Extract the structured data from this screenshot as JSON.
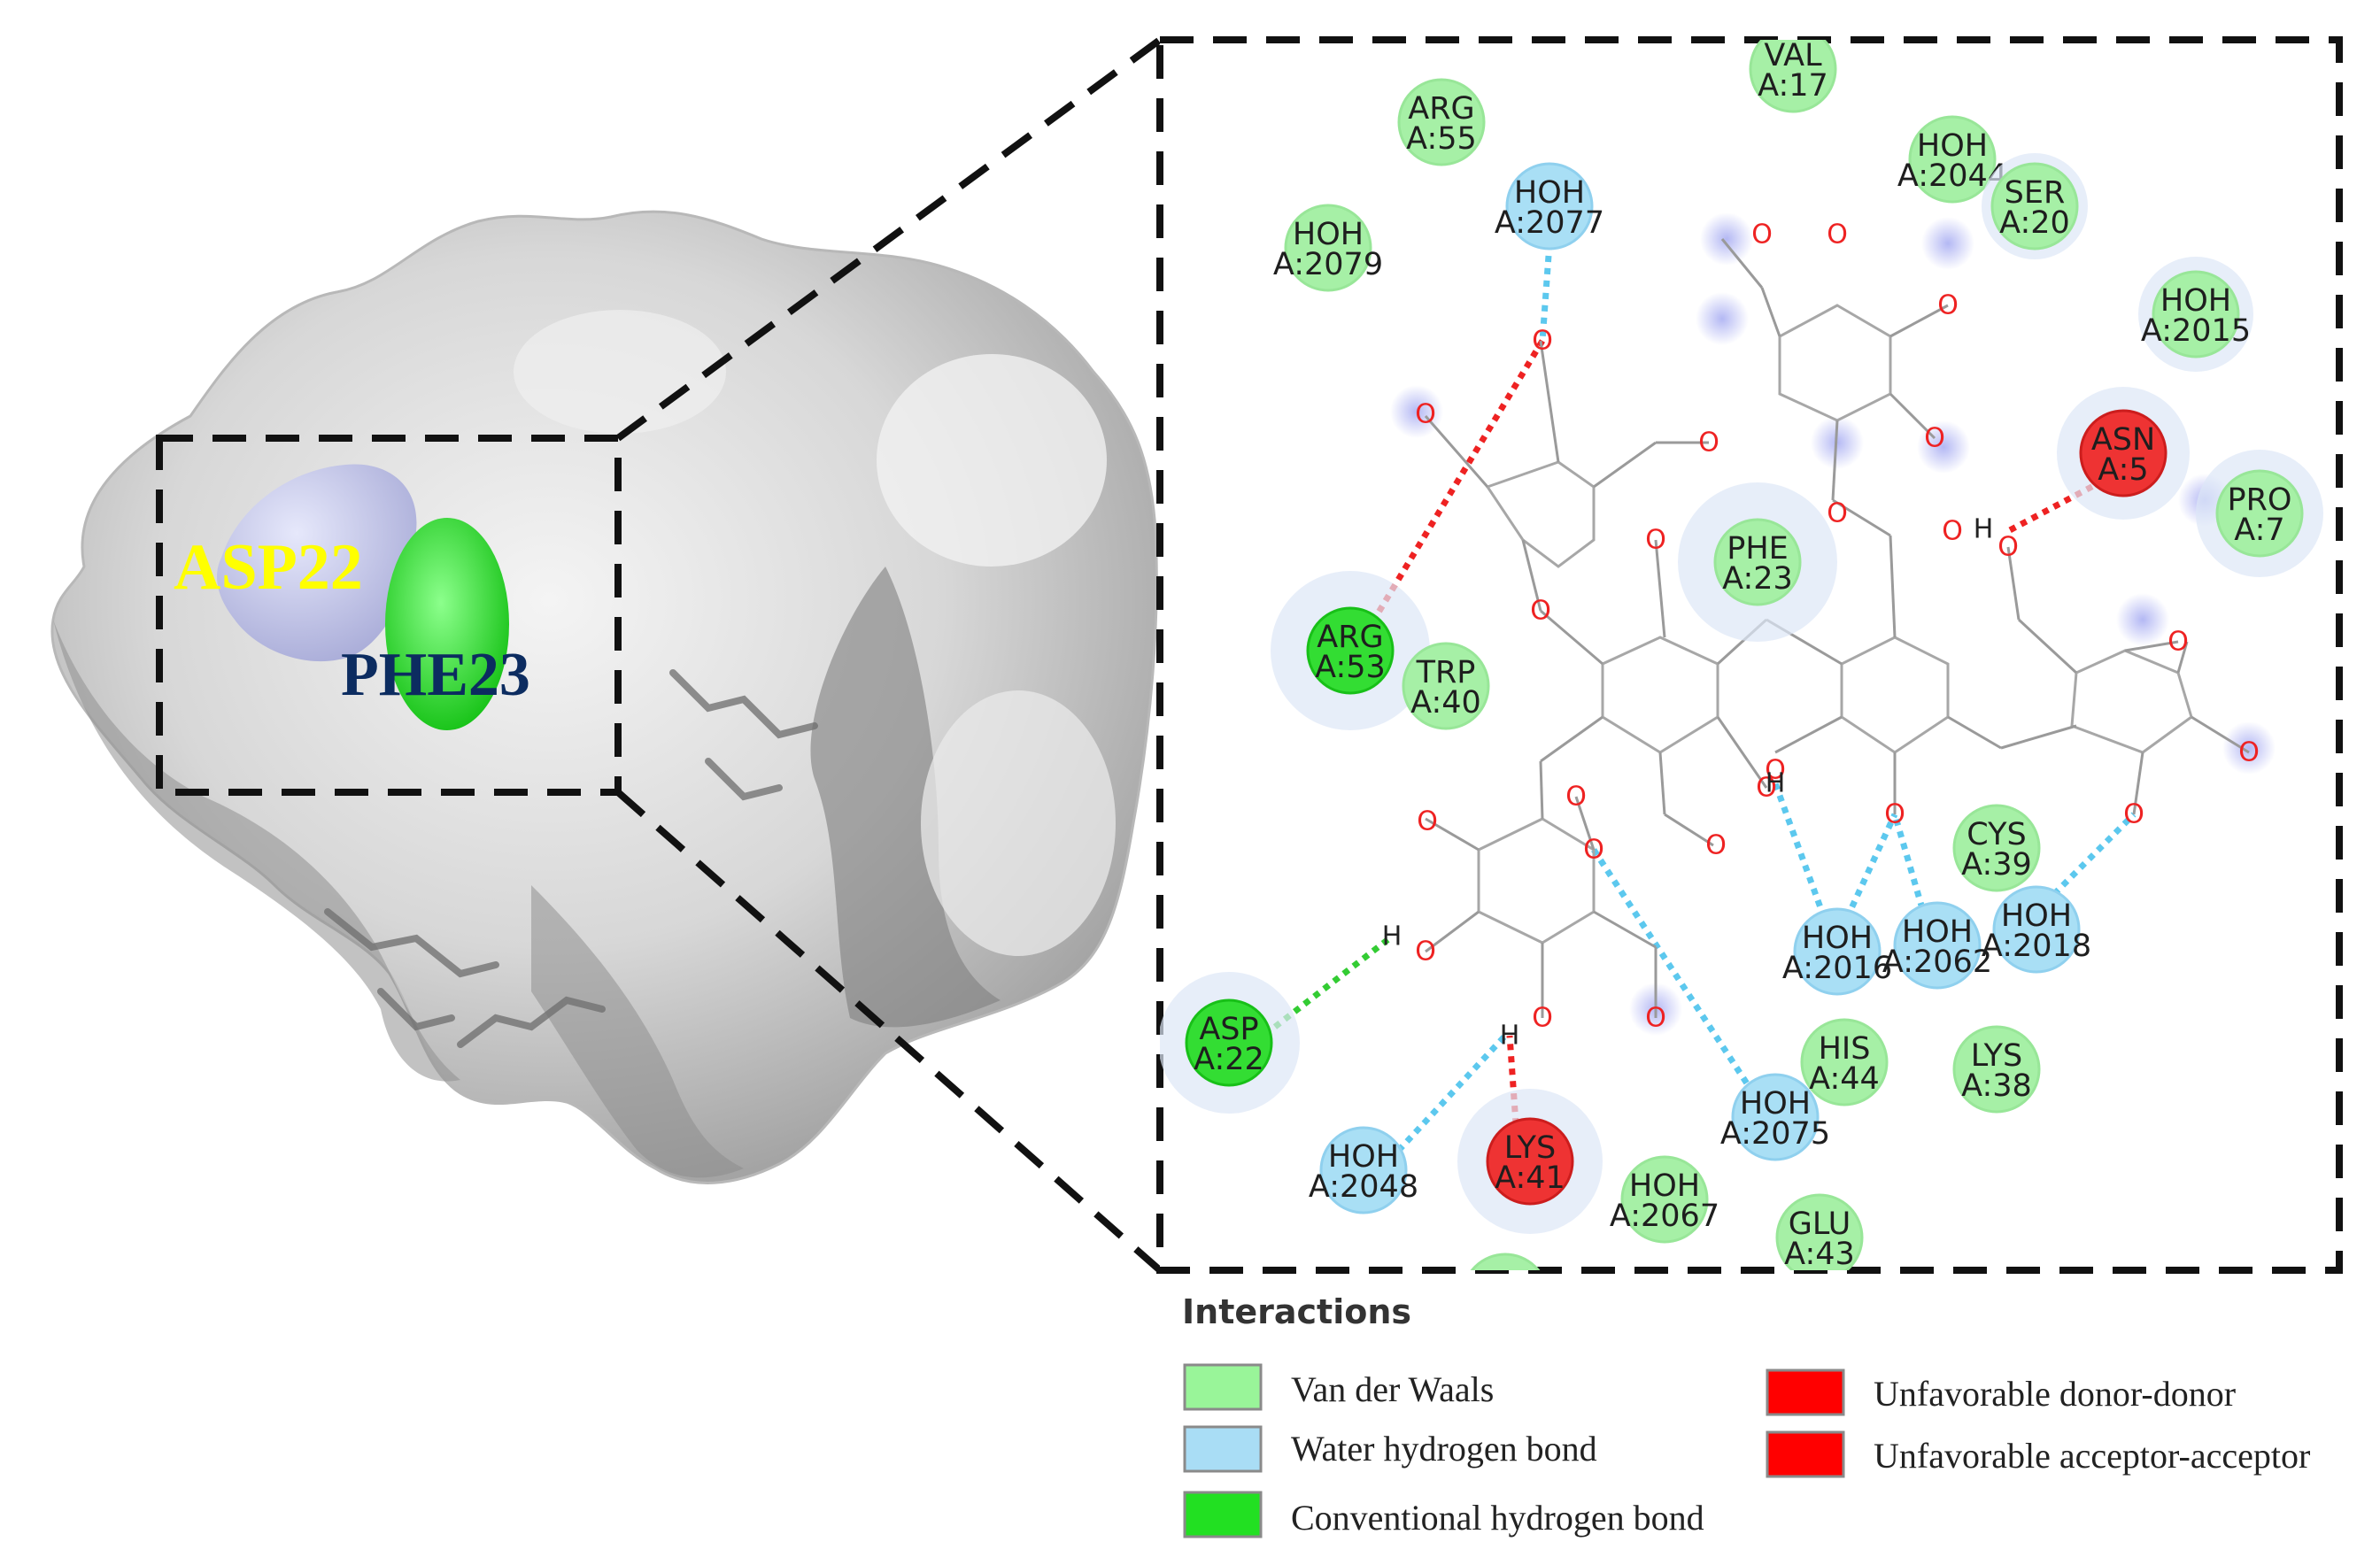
{
  "figure": {
    "callouts": [
      {
        "id": "asp22",
        "label": "ASP22",
        "color": "#ffff00"
      },
      {
        "id": "phe23",
        "label": "PHE23",
        "color": "#0c2c60"
      }
    ],
    "interaction_types": {
      "vdw": {
        "label": "Van der Waals",
        "color": "#a6f0a6",
        "legend_color": "#99f599"
      },
      "water": {
        "label": "Water hydrogen bond",
        "color": "#a9dff5",
        "legend_color": "#a9ddf5"
      },
      "conv": {
        "label": "Conventional hydrogen bond",
        "color": "#33dd33",
        "legend_color": "#22e022"
      },
      "donor": {
        "label": "Unfavorable donor-donor",
        "color": "#ee3333",
        "legend_color": "#ff0000"
      },
      "acceptor": {
        "label": "Unfavorable acceptor-acceptor",
        "color": "#ee3333",
        "legend_color": "#ff0000"
      }
    },
    "legend": {
      "title": "Interactions",
      "left_column": [
        "vdw",
        "water",
        "conv"
      ],
      "right_column": [
        "donor",
        "acceptor"
      ]
    },
    "residues": [
      {
        "name": "VAL",
        "chain": "A:17",
        "type": "vdw"
      },
      {
        "name": "ARG",
        "chain": "A:55",
        "type": "vdw"
      },
      {
        "name": "HOH",
        "chain": "A:2044",
        "type": "vdw"
      },
      {
        "name": "SER",
        "chain": "A:20",
        "type": "vdw"
      },
      {
        "name": "HOH",
        "chain": "A:2077",
        "type": "water"
      },
      {
        "name": "HOH",
        "chain": "A:2079",
        "type": "vdw"
      },
      {
        "name": "HOH",
        "chain": "A:2015",
        "type": "vdw"
      },
      {
        "name": "ASN",
        "chain": "A:5",
        "type": "donor"
      },
      {
        "name": "PRO",
        "chain": "A:7",
        "type": "vdw"
      },
      {
        "name": "PHE",
        "chain": "A:23",
        "type": "vdw"
      },
      {
        "name": "ARG",
        "chain": "A:53",
        "type": "conv"
      },
      {
        "name": "TRP",
        "chain": "A:40",
        "type": "vdw"
      },
      {
        "name": "CYS",
        "chain": "A:39",
        "type": "vdw"
      },
      {
        "name": "HOH",
        "chain": "A:2016",
        "type": "water"
      },
      {
        "name": "HOH",
        "chain": "A:2062",
        "type": "water"
      },
      {
        "name": "HOH",
        "chain": "A:2018",
        "type": "water"
      },
      {
        "name": "ASP",
        "chain": "A:22",
        "type": "conv"
      },
      {
        "name": "HIS",
        "chain": "A:44",
        "type": "vdw"
      },
      {
        "name": "LYS",
        "chain": "A:38",
        "type": "vdw"
      },
      {
        "name": "HOH",
        "chain": "A:2075",
        "type": "water"
      },
      {
        "name": "HOH",
        "chain": "A:2048",
        "type": "water"
      },
      {
        "name": "LYS",
        "chain": "A:41",
        "type": "donor"
      },
      {
        "name": "HOH",
        "chain": "A:2067",
        "type": "vdw"
      },
      {
        "name": "GLU",
        "chain": "A:43",
        "type": "vdw"
      }
    ],
    "atom_labels": {
      "oxygen": "O",
      "hydrogen": "H"
    },
    "colors": {
      "oxygen": "#ee2222",
      "hydrogen": "#222222",
      "bond": "#9a9a9a",
      "ring_bond": "#a7a7a7",
      "ligand_stick": "#1a1acc",
      "surface": "#d8d8d8",
      "surface_shadow": "#7f7f7f",
      "box": "#111111"
    }
  }
}
